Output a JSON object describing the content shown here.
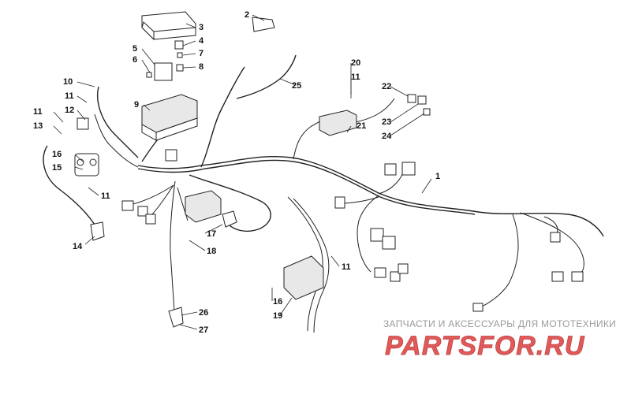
{
  "diagram": {
    "callouts": [
      "1",
      "2",
      "3",
      "4",
      "5",
      "6",
      "7",
      "8",
      "9",
      "10",
      "11",
      "12",
      "13",
      "14",
      "15",
      "16",
      "17",
      "18",
      "19",
      "20",
      "21",
      "22",
      "23",
      "24",
      "25",
      "26",
      "27"
    ]
  },
  "watermark": {
    "subtitle": "ЗАПЧАСТИ И АКСЕССУАРЫ ДЛЯ МОТОТЕХНИКИ",
    "logo_text": "PARTSFOR.RU",
    "logo_color": "#e05a5a",
    "subtitle_color": "#9a9a9a"
  }
}
